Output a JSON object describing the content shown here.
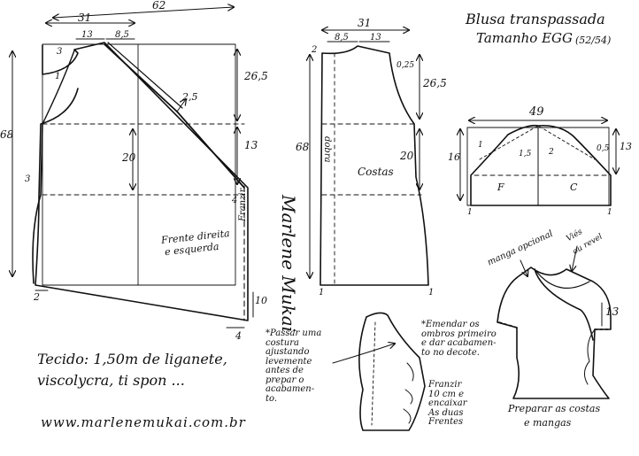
{
  "title": {
    "line1": "Blusa transpassada",
    "line2": "Tamanho EGG",
    "size": "(52/54)"
  },
  "front_piece": {
    "label": "Frente direita e esquerda",
    "label_line1": "Frente direita",
    "label_line2": "e esquerda",
    "width_total": "62",
    "width_top": "31",
    "neck_a": "13",
    "neck_b": "8,5",
    "corner_a": "3",
    "corner_b": "1",
    "shoulder_diag": "2,5",
    "side_top": "26,5",
    "side_mid": "13",
    "waist": "20",
    "hip_mark": "3",
    "length": "68",
    "right_small": "4",
    "ruffle_note": "Franzir",
    "hem_right": "10",
    "hem_left": "2",
    "hem_bottom": "4"
  },
  "back_piece": {
    "label": "Costas",
    "fold_label": "dobra",
    "width_top": "31",
    "neck_a": "8,5",
    "neck_b": "13",
    "corner": "2",
    "armhole": "0,25",
    "side_top": "26,5",
    "waist": "20",
    "length": "68",
    "hem_left": "1",
    "hem_right": "1"
  },
  "sleeve_piece": {
    "width": "49",
    "height_left": "16",
    "height_right": "13",
    "left_mark": "1",
    "mid_a": "1,5",
    "mid_b": "2",
    "right_mark": "0,5",
    "front_label": "F",
    "back_label": "C",
    "hem_left": "1",
    "hem_right": "1"
  },
  "signature": "Marlene Mukai",
  "fabric_note": {
    "line1": "Tecido: 1,50m de liganete,",
    "line2": "viscolycra, ti spon ..."
  },
  "website": "www.marlenemukai.com.br",
  "notes": {
    "stitch": [
      "*Passar uma",
      "costura",
      "ajustando",
      "levemente",
      "antes de",
      "prepar o",
      "acabamen-",
      "to."
    ],
    "shoulder": [
      "*Emendar os",
      "ombros primeiro",
      "e dar acabamen-",
      "to no decote."
    ],
    "gather": [
      "Franzir",
      "10 cm e",
      "encaixar",
      "As duas",
      "Frentes"
    ]
  },
  "sketch": {
    "sleeve_option": "manga opcional",
    "bias": [
      "Viés",
      "ou revel"
    ],
    "gather_len": "13",
    "finish": [
      "Preparar as costas",
      "e mangas"
    ]
  }
}
